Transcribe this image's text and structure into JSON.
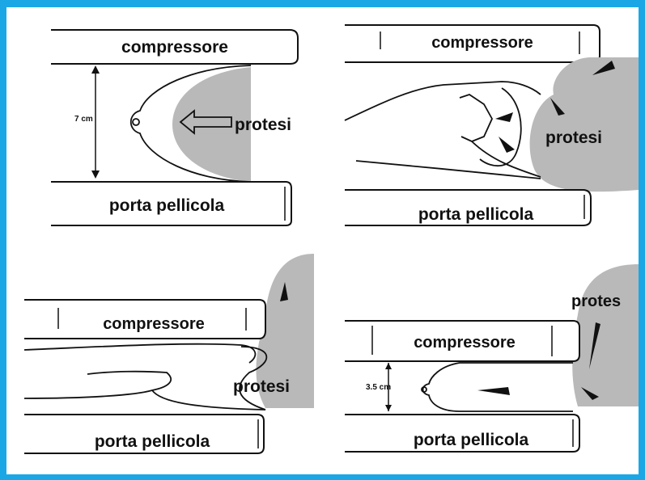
{
  "panels": [
    {
      "compressor_label": "compressore",
      "film_holder_label": "porta pellicola",
      "implant_label": "protesi",
      "dimension_label": "7 cm"
    },
    {
      "compressor_label": "compressore",
      "film_holder_label": "porta pellicola",
      "implant_label": "protesi"
    },
    {
      "compressor_label": "compressore",
      "film_holder_label": "porta pellicola",
      "implant_label": "protesi"
    },
    {
      "compressor_label": "compressore",
      "film_holder_label": "porta pellicola",
      "implant_label": "protes",
      "dimension_label": "3.5 cm"
    }
  ],
  "colors": {
    "background": "#1ba7e6",
    "paper": "#ffffff",
    "ink": "#111111",
    "implant_shading": "#b9b9b9"
  }
}
